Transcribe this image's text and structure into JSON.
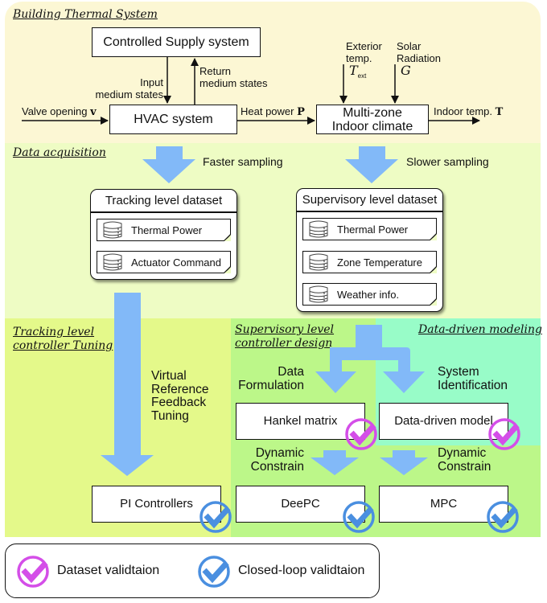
{
  "colors": {
    "building_bg": "#fcf7d4",
    "acquisition_bg": "#eefcc4",
    "tracking_bg": "#e4f98a",
    "supervisory_bg": "#bcf789",
    "modeling_bg": "#98fcc8",
    "arrow_blue": "#82b9f8",
    "dataset_check": "#d44ee8",
    "closed_loop_check": "#4a8fe0"
  },
  "sections": {
    "building": "Building Thermal System",
    "acquisition": "Data acquisition",
    "tracking": [
      "Tracking level",
      "controller Tuning"
    ],
    "supervisory": [
      "Supervisory level",
      "controller design"
    ],
    "modeling": "Data-driven modeling"
  },
  "building": {
    "supply_box": "Controlled Supply system",
    "hvac_box": "HVAC system",
    "climate_box": [
      "Multi-zone",
      "Indoor climate"
    ],
    "input_states": [
      "Input",
      "medium states"
    ],
    "return_states": [
      "Return",
      "medium states"
    ],
    "valve_label": "Valve opening",
    "valve_symbol": "v",
    "heat_label": "Heat power",
    "heat_symbol": "P",
    "indoor_label": "Indoor temp.",
    "indoor_symbol": "T",
    "exterior_label": [
      "Exterior",
      "temp."
    ],
    "exterior_symbol": "T",
    "exterior_sub": "ext",
    "solar_label": [
      "Solar",
      "Radiation"
    ],
    "solar_symbol": "G"
  },
  "acquisition": {
    "faster": "Faster sampling",
    "slower": "Slower sampling",
    "tracking_dataset": {
      "title": "Tracking level dataset",
      "items": [
        "Thermal Power",
        "Actuator Command"
      ]
    },
    "supervisory_dataset": {
      "title": "Supervisory level dataset",
      "items": [
        "Thermal Power",
        "Zone Temperature",
        "Weather info."
      ]
    }
  },
  "tracking": {
    "method": [
      "Virtual",
      "Reference",
      "Feedback",
      "Tuning"
    ],
    "pi_box": "PI Controllers"
  },
  "supervisory": {
    "data_formulation": [
      "Data",
      "Formulation"
    ],
    "system_identification": [
      "System",
      "Identification"
    ],
    "hankel_box": "Hankel matrix",
    "model_box": "Data-driven model",
    "dynamic_left": [
      "Dynamic",
      "Constrain"
    ],
    "dynamic_right": [
      "Dynamic",
      "Constrain"
    ],
    "deepc_box": "DeePC",
    "mpc_box": "MPC"
  },
  "legend": {
    "dataset": "Dataset validtaion",
    "closed_loop": "Closed-loop validtaion"
  }
}
